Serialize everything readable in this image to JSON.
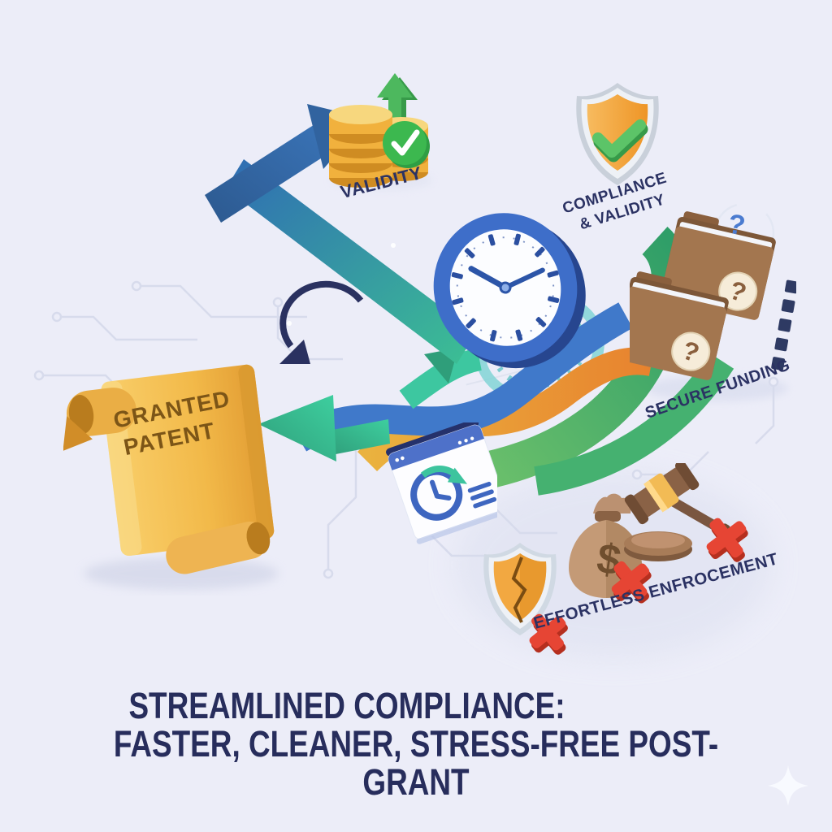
{
  "title": {
    "line1": "STREAMLINED COMPLIANCE:",
    "line2": "FASTER, CLEANER, STRESS-FREE POST-GRANT"
  },
  "scroll_label": {
    "line1": "GRANTED",
    "line2": "PATENT"
  },
  "step_labels": {
    "validity": "VALIDITY",
    "compliance_line1": "COMPLIANCE",
    "compliance_line2": "& VALIDITY",
    "secure_funding": "SECURE FUNDING",
    "enforcement": "EFFORTLESS ENFROCEMENT"
  },
  "glyphs": {
    "question_mark": "?",
    "dollar_sign": "$"
  },
  "icons": {
    "coins": "coin-stack-growth-icon",
    "shield_check": "shield-check-icon",
    "folders": "folders-question-icon",
    "clock": "clock-icon",
    "scroll": "granted-patent-scroll-icon",
    "browser": "deadline-browser-icon",
    "cracked_shield": "cracked-shield-x-icon",
    "money_bag": "money-bag-x-icon",
    "gavel": "gavel-x-icon",
    "cycle_arrow": "cycle-arrow-icon",
    "sparkle": "sparkle-icon"
  },
  "colors": {
    "background": "#ecedf8",
    "title_navy": "#272d5c",
    "label_navy": "#2b3263",
    "scroll_gold": "#f0b441",
    "ribbon_blue": "#4079ca",
    "ribbon_green": "#3aa86b",
    "ribbon_teal": "#3ecf9f",
    "ribbon_orange": "#e8822e",
    "folder_brown": "#a3764f",
    "alert_red": "#e64534",
    "check_green": "#3cb84f"
  }
}
